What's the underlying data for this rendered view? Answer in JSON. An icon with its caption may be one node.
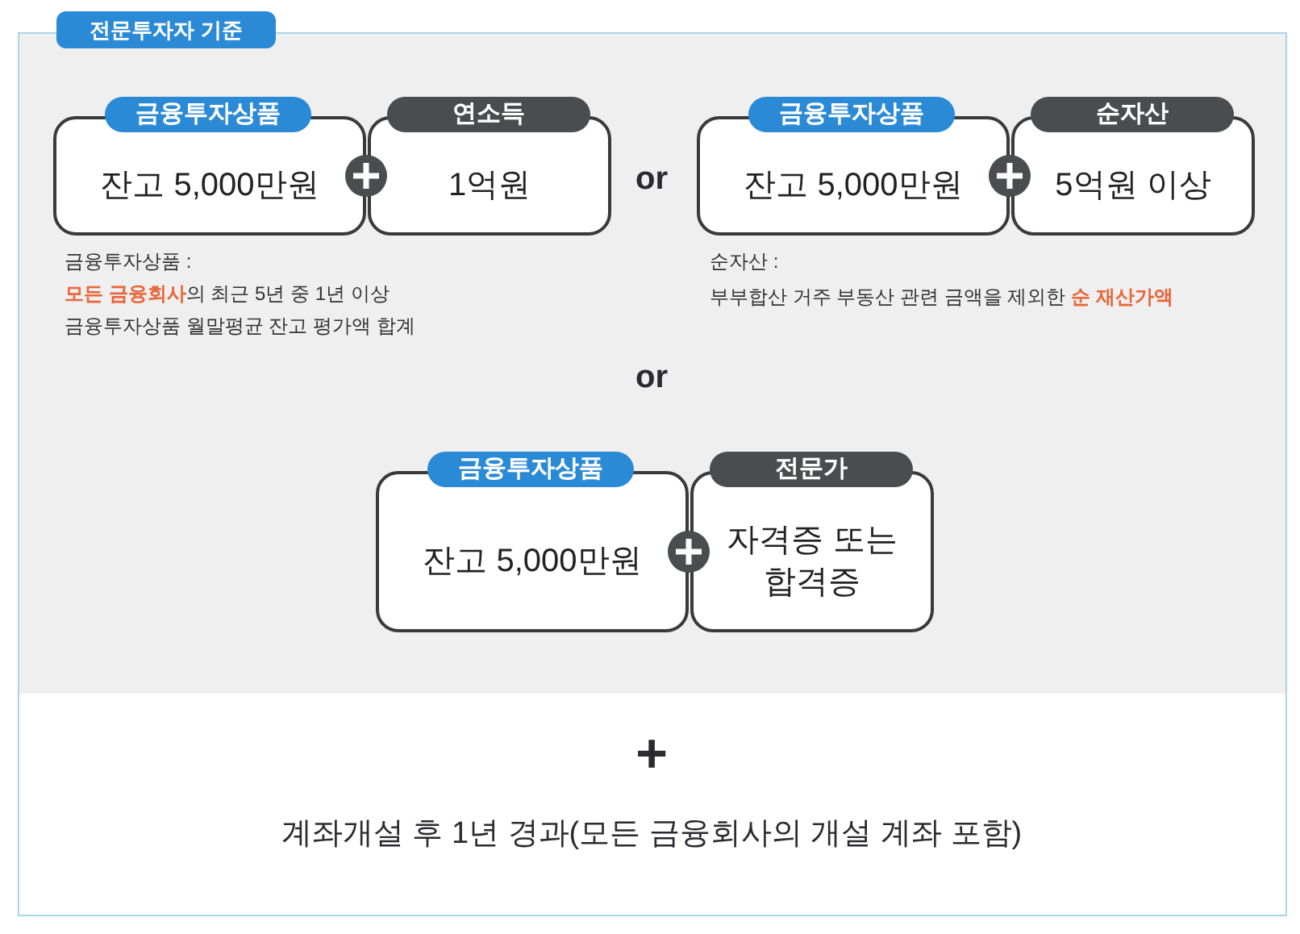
{
  "diagram": {
    "title": "전문투자자 기준",
    "nodes": [
      {
        "text": [
          "금융투자상품",
          "잔고 5,000만원"
        ]
      },
      {
        "text": [
          "연소득",
          "1억원"
        ]
      },
      {
        "text": [
          "금융투자상품",
          "잔고 5,000만원"
        ]
      },
      {
        "text": [
          "순자산",
          "5억원 이상"
        ]
      },
      {
        "text": [
          "금융투자상품",
          "잔고 5,000만원"
        ]
      },
      {
        "text": [
          "전문가",
          "자격증 또는 합격증"
        ]
      }
    ],
    "labels": [
      "or",
      "금융투자상품 :",
      "**모든 금융회사**의 최근 5년 중 1년 이상",
      "금융투자상품 월말평균 잔고 평가액 합계",
      "순자산 :",
      "부부합산 거주 부동산 관련 금액을 제외한 **순 재산가액**",
      "or",
      "+",
      "계좌개설 후 1년 경과(모든 금융회사의 개설 계좌 포함)"
    ]
  }
}
